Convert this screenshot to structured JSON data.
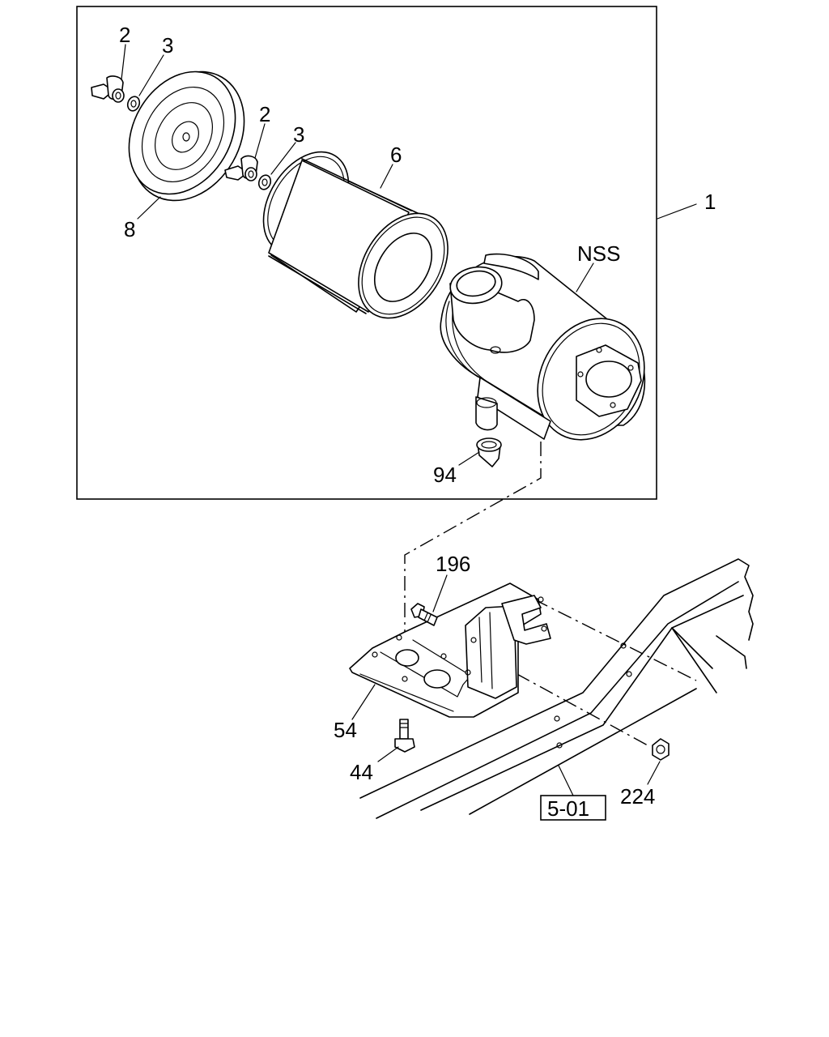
{
  "diagram": {
    "callouts": {
      "assembly": "1",
      "wing_nut_top": "2",
      "washer_top": "3",
      "wing_nut_mid": "2",
      "washer_mid": "3",
      "filter_element": "6",
      "cover": "8",
      "nss": "NSS",
      "vacuator_valve": "94",
      "bolt_196": "196",
      "bracket": "54",
      "bolt_44": "44",
      "nut": "224",
      "reference": "5-01"
    }
  }
}
